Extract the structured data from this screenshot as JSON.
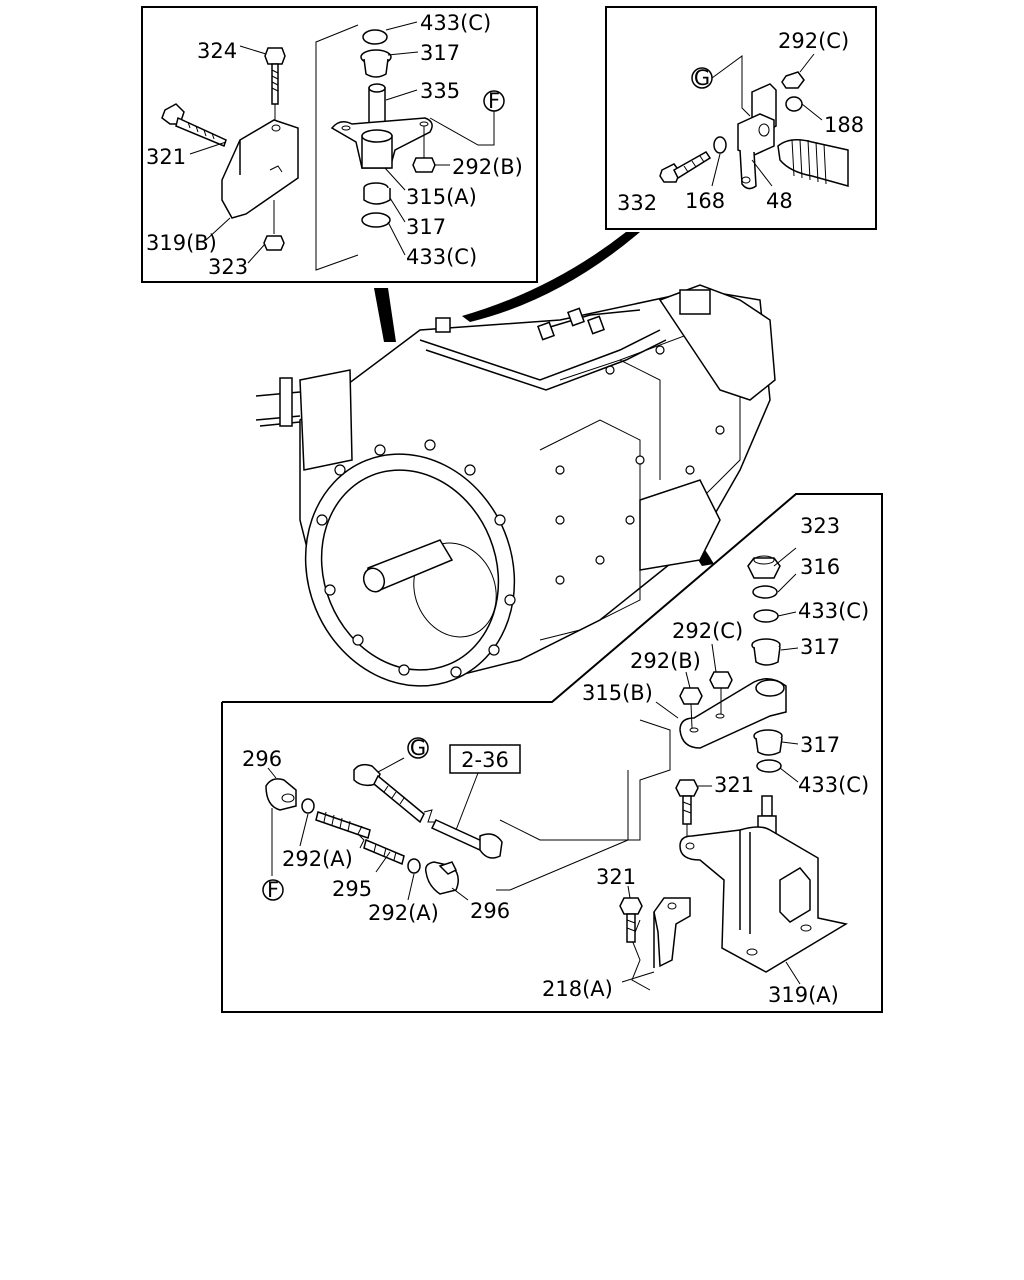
{
  "callouts": {
    "tl": {
      "c433c_top": "433(C)",
      "c317_top": "317",
      "c335": "335",
      "c324": "324",
      "c321": "321",
      "c292b": "292(B)",
      "c315a": "315(A)",
      "c317_bot": "317",
      "c433c_bot": "433(C)",
      "c319b": "319(B)",
      "c323": "323",
      "circle_f": "F"
    },
    "tr": {
      "c292c": "292(C)",
      "circle_g": "G",
      "c188": "188",
      "c332": "332",
      "c168": "168",
      "c48": "48"
    },
    "br": {
      "c323": "323",
      "c316": "316",
      "c433c_a": "433(C)",
      "c292c": "292(C)",
      "c317_a": "317",
      "c292b": "292(B)",
      "c315b": "315(B)",
      "c317_b": "317",
      "c433c_b": "433(C)",
      "c321_a": "321",
      "c296_a": "296",
      "circle_g": "G",
      "ref_2_36": "2-36",
      "c292a_a": "292(A)",
      "c295": "295",
      "c292a_b": "292(A)",
      "c296_b": "296",
      "circle_f": "F",
      "c321_b": "321",
      "c218a": "218(A)",
      "c319a": "319(A)"
    }
  }
}
